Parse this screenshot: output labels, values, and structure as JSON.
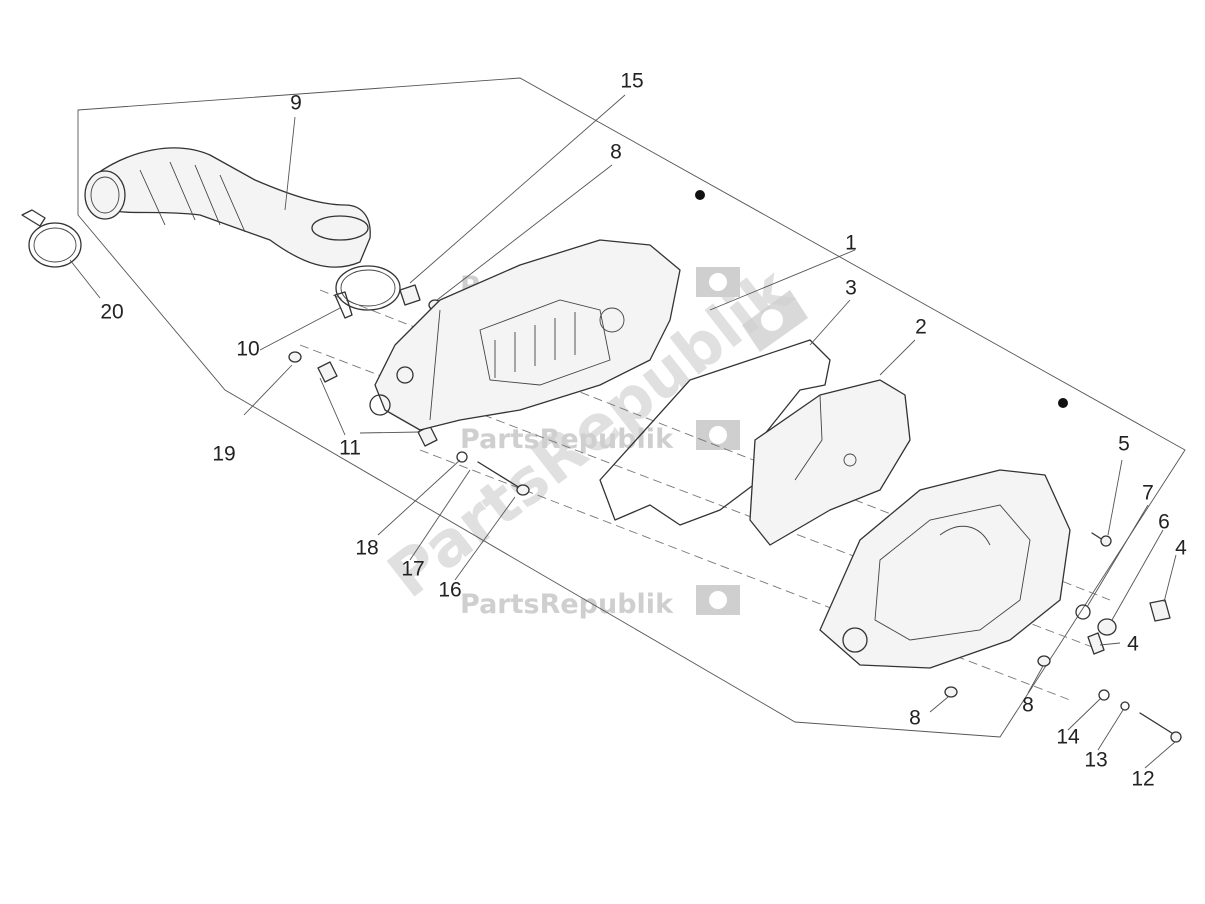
{
  "callouts": {
    "c1": "1",
    "c2": "2",
    "c3": "3",
    "c4a": "4",
    "c4b": "4",
    "c5": "5",
    "c6": "6",
    "c7": "7",
    "c8a": "8",
    "c8b": "8",
    "c8c": "8",
    "c9": "9",
    "c10": "10",
    "c11": "11",
    "c12": "12",
    "c13": "13",
    "c14": "14",
    "c15": "15",
    "c16": "16",
    "c17": "17",
    "c18": "18",
    "c19": "19",
    "c20": "20"
  },
  "watermark": {
    "brand": "PartsRepublik",
    "icon": "gear-flag-icon",
    "color": "#cfcfcf"
  },
  "colors": {
    "line": "#333333",
    "frame": "#555555",
    "fill": "#f4f4f4"
  }
}
